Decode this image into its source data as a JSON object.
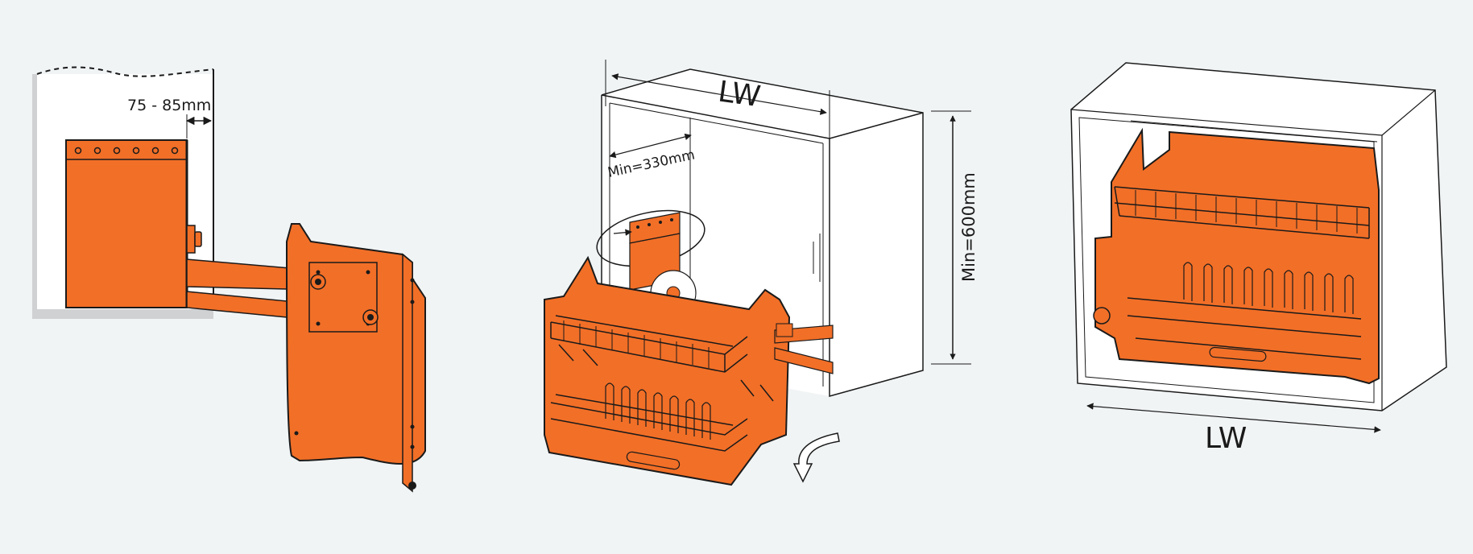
{
  "colors": {
    "background": "#f1f4f5",
    "product_orange": "#f26f27",
    "outline": "#1a1a1a",
    "wall_grey": "#cfd1d3",
    "cabinet_white": "#ffffff"
  },
  "panels": [
    {
      "name": "side-mounting-view",
      "dimensions": [
        "75 - 85mm"
      ]
    },
    {
      "name": "cabinet-requirements-view",
      "dimensions": [
        "LW",
        "Min=330mm",
        "Min=600mm"
      ]
    },
    {
      "name": "installed-view",
      "dimensions": [
        "LW"
      ]
    }
  ]
}
